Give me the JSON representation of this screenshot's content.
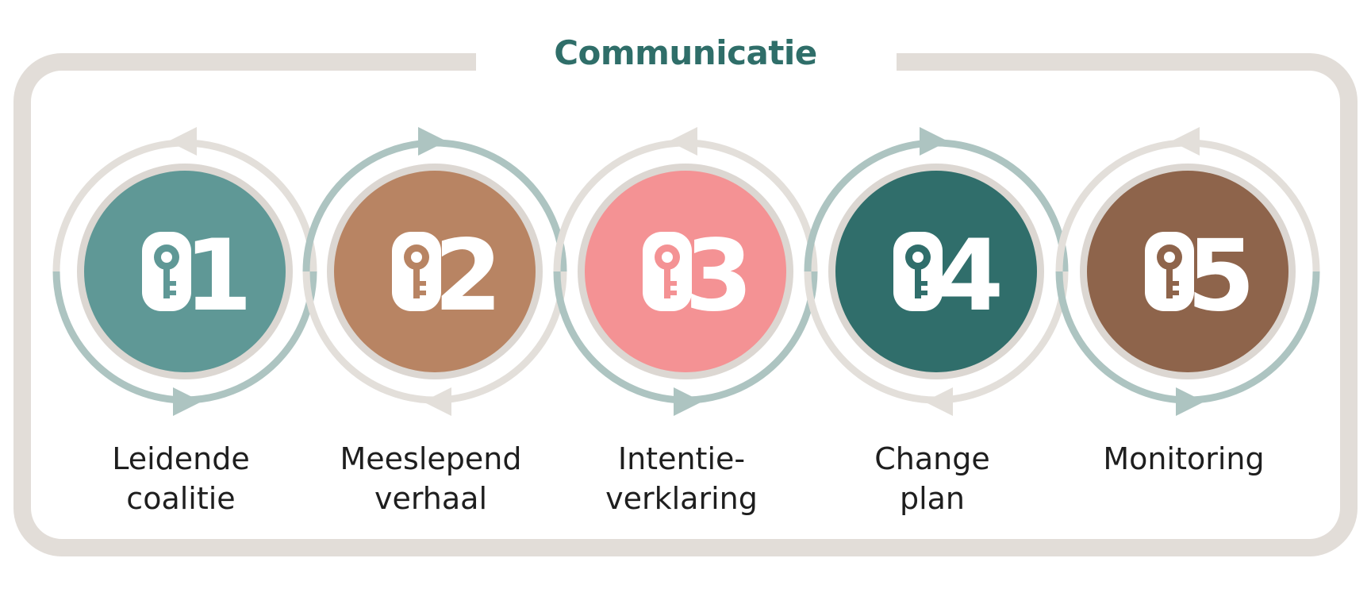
{
  "title": "Communicatie",
  "colors": {
    "frame": "#e2ddd8",
    "ring_light": "#e3dfda",
    "ring_teal": "#adc4c1",
    "title": "#2f6e69"
  },
  "steps": [
    {
      "number": "1",
      "label_line1": "Leidende",
      "label_line2": "coalitie",
      "color": "#5f9896",
      "icon": "key-icon",
      "flow": "counterclockwise"
    },
    {
      "number": "2",
      "label_line1": "Meeslepend",
      "label_line2": "verhaal",
      "color": "#b88463",
      "icon": "key-icon",
      "flow": "clockwise"
    },
    {
      "number": "3",
      "label_line1": "Intentie-",
      "label_line2": "verklaring",
      "color": "#f49294",
      "icon": "key-icon",
      "flow": "counterclockwise"
    },
    {
      "number": "4",
      "label_line1": "Change",
      "label_line2": "plan",
      "color": "#306e6b",
      "icon": "key-icon",
      "flow": "clockwise"
    },
    {
      "number": "5",
      "label_line1": "Monitoring",
      "label_line2": "",
      "color": "#8e644b",
      "icon": "key-icon",
      "flow": "counterclockwise"
    }
  ]
}
